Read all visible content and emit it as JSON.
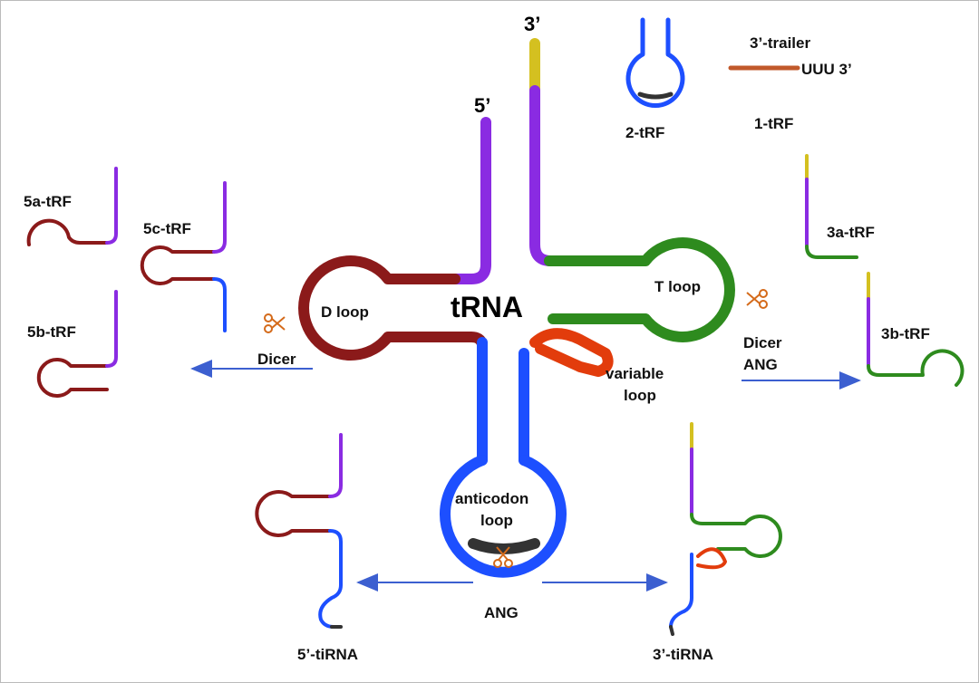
{
  "colors": {
    "purple": "#8a2be2",
    "yellow": "#d4c020",
    "dloop": "#8b1a1a",
    "tloop": "#2e8b1e",
    "anticodon": "#1d4fff",
    "variable": "#e23c0c",
    "cut": "#333333",
    "trailer": "#c1592b",
    "arrow": "#3c5fd0",
    "scissors": "#d46a1a"
  },
  "labels": {
    "trna": "tRNA",
    "five_prime": "5’",
    "three_prime": "3’",
    "d_loop": "D loop",
    "t_loop": "T loop",
    "anticodon_1": "anticodon",
    "anticodon_2": "loop",
    "variable_1": "variable",
    "variable_2": "loop",
    "dicer_left": "Dicer",
    "dicer_right": "Dicer",
    "ang_right": "ANG",
    "ang_bottom": "ANG",
    "trailer": "3’-trailer",
    "uuu": "UUU 3’",
    "frag_1trf": "1-tRF",
    "frag_2trf": "2-tRF",
    "frag_3atrf": "3a-tRF",
    "frag_3btrf": "3b-tRF",
    "frag_5atrf": "5a-tRF",
    "frag_5btrf": "5b-tRF",
    "frag_5ctrf": "5c-tRF",
    "frag_5tirna": "5’-tiRNA",
    "frag_3tirna": "3’-tiRNA"
  }
}
